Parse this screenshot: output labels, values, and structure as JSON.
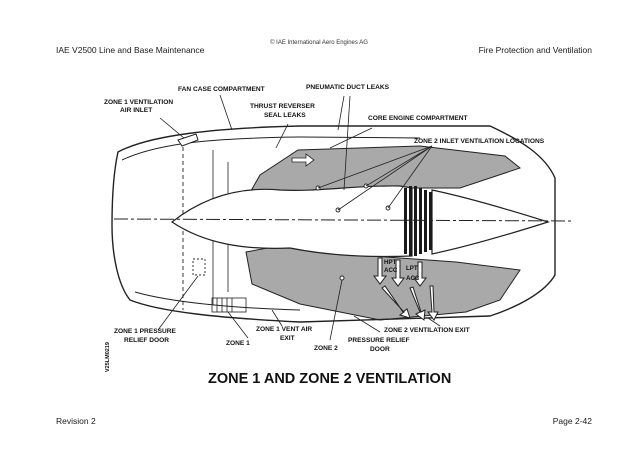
{
  "page": {
    "copyright": "© IAE International Aero Engines AG",
    "header_left": "IAE V2500 Line and Base Maintenance",
    "header_right": "Fire Protection and Ventilation",
    "footer_left": "Revision 2",
    "footer_right": "Page 2-42"
  },
  "figure": {
    "title": "ZONE 1 AND ZONE 2 VENTILATION",
    "figure_id": "V25LM0219",
    "labels": {
      "fan_case_compartment": "FAN CASE COMPARTMENT",
      "pneumatic_duct_leaks": "PNEUMATIC DUCT LEAKS",
      "zone1_vent_inlet_1": "ZONE 1 VENTILATION",
      "zone1_vent_inlet_2": "AIR INLET",
      "thrust_reverser_1": "THRUST REVERSER",
      "thrust_reverser_2": "SEAL LEAKS",
      "core_engine_compartment": "CORE ENGINE COMPARTMENT",
      "zone2_inlet_locations": "ZONE 2 INLET VENTILATION LOCATIONS",
      "hpt_acc_1": "HPT",
      "hpt_acc_2": "ACC",
      "lpt_acc_1": "LPT",
      "lpt_acc_2": "ACC",
      "zone1_pressure_relief_1": "ZONE 1 PRESSURE",
      "zone1_pressure_relief_2": "RELIEF DOOR",
      "zone1": "ZONE 1",
      "zone1_vent_exit_1": "ZONE 1 VENT AIR",
      "zone1_vent_exit_2": "EXIT",
      "zone2": "ZONE 2",
      "pressure_relief_door_1": "PRESSURE RELIEF",
      "pressure_relief_door_2": "DOOR",
      "zone2_vent_exit": "ZONE 2 VENTILATION EXIT"
    }
  }
}
